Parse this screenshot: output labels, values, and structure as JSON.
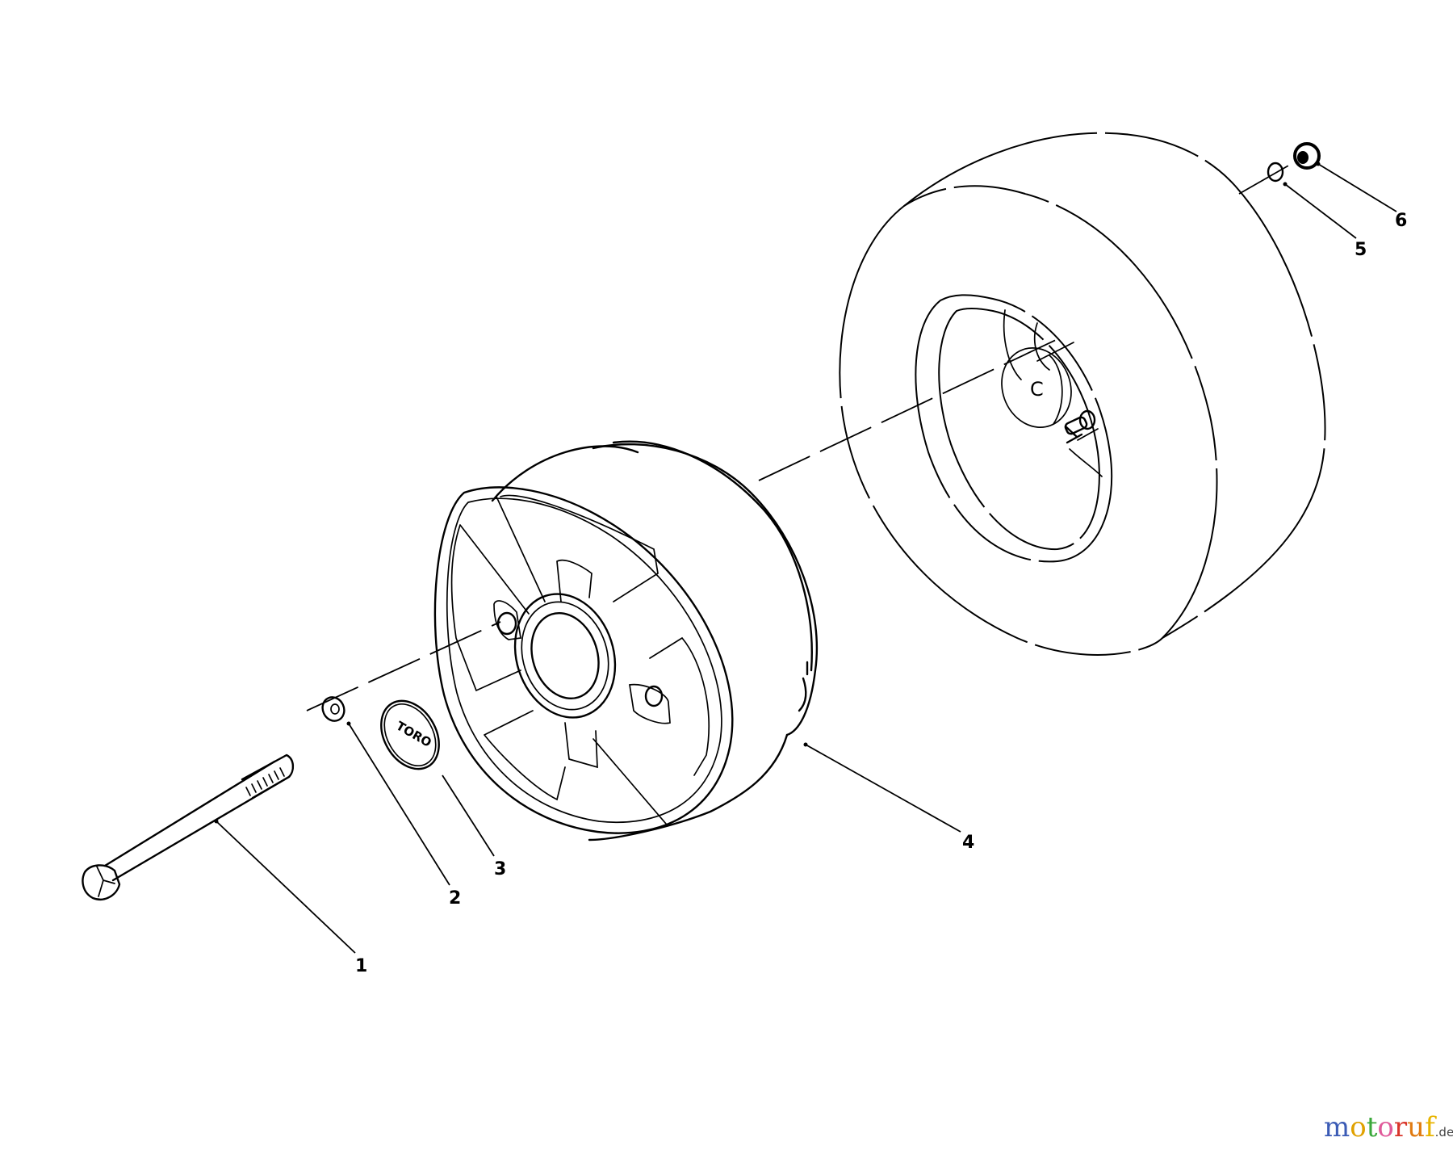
{
  "diagram": {
    "type": "exploded-parts-diagram",
    "subject": "wheel assembly",
    "parts": [
      {
        "number": "1",
        "name": "bolt"
      },
      {
        "number": "2",
        "name": "washer"
      },
      {
        "number": "3",
        "name": "emblem",
        "text": "TORO"
      },
      {
        "number": "4",
        "name": "wheel hub / rim"
      },
      {
        "number": "5",
        "name": "washer"
      },
      {
        "number": "6",
        "name": "nut"
      }
    ],
    "callouts": [
      "1",
      "2",
      "3",
      "4",
      "5",
      "6"
    ],
    "tire_marking": "C",
    "emblem_text": "TORO"
  },
  "watermark": {
    "letters": [
      "m",
      "o",
      "t",
      "o",
      "r",
      "u",
      "f"
    ],
    "colors": [
      "#3b5bb5",
      "#e0a100",
      "#3aa83a",
      "#e05a9a",
      "#d9362b",
      "#e07a10",
      "#e8b400"
    ],
    "tld": ".de"
  }
}
